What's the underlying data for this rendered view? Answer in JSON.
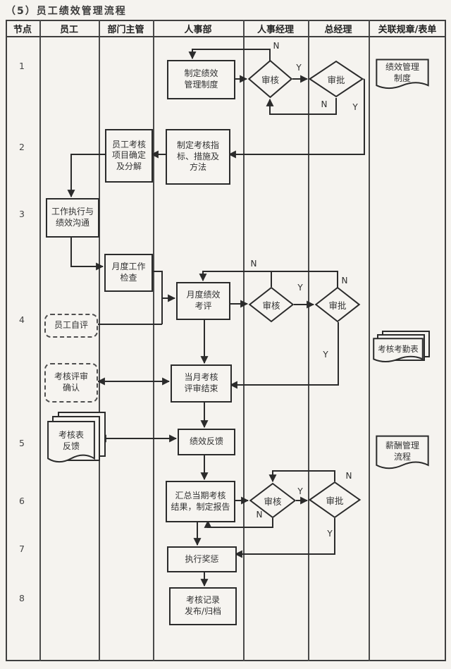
{
  "title": "（5）员工绩效管理流程",
  "grid": {
    "columns": [
      "节点",
      "员工",
      "部门主管",
      "人事部",
      "人事经理",
      "总经理",
      "关联规章/表单"
    ]
  },
  "nodes": [
    "1",
    "2",
    "3",
    "4",
    "5",
    "6",
    "7",
    "8"
  ],
  "flow": {
    "steps": {
      "define_system": "制定绩效\n管理制度",
      "assessment_items": "员工考核\n项目确定\n及分解",
      "define_indicators": "制定考核指\n标、措施及\n方法",
      "work_execution": "工作执行与\n绩效沟通",
      "monthly_check": "月度工作\n检查",
      "monthly_eval": "月度绩效\n考评",
      "self_eval": "员工自评",
      "review_confirm": "考核评审\n确认",
      "month_end": "当月考核\n评审结束",
      "perf_feedback": "绩效反馈",
      "summarize": "汇总当期考核\n结果，制定报告",
      "rewards": "执行奖惩",
      "records": "考核记录\n发布/归档"
    },
    "decisions": {
      "review": "审核",
      "approve": "审批"
    },
    "branch": {
      "yes": "Y",
      "no": "N"
    },
    "docs": {
      "perf_system": "绩效管理\n制度",
      "attendance_sheet": "考核考勤表",
      "feedback_forms": "考核表\n反馈",
      "salary_process": "薪酬管理\n流程"
    }
  },
  "colors": {
    "line": "#2b2b2b",
    "background": "#f5f3ef",
    "border": "#3f3f3f"
  }
}
